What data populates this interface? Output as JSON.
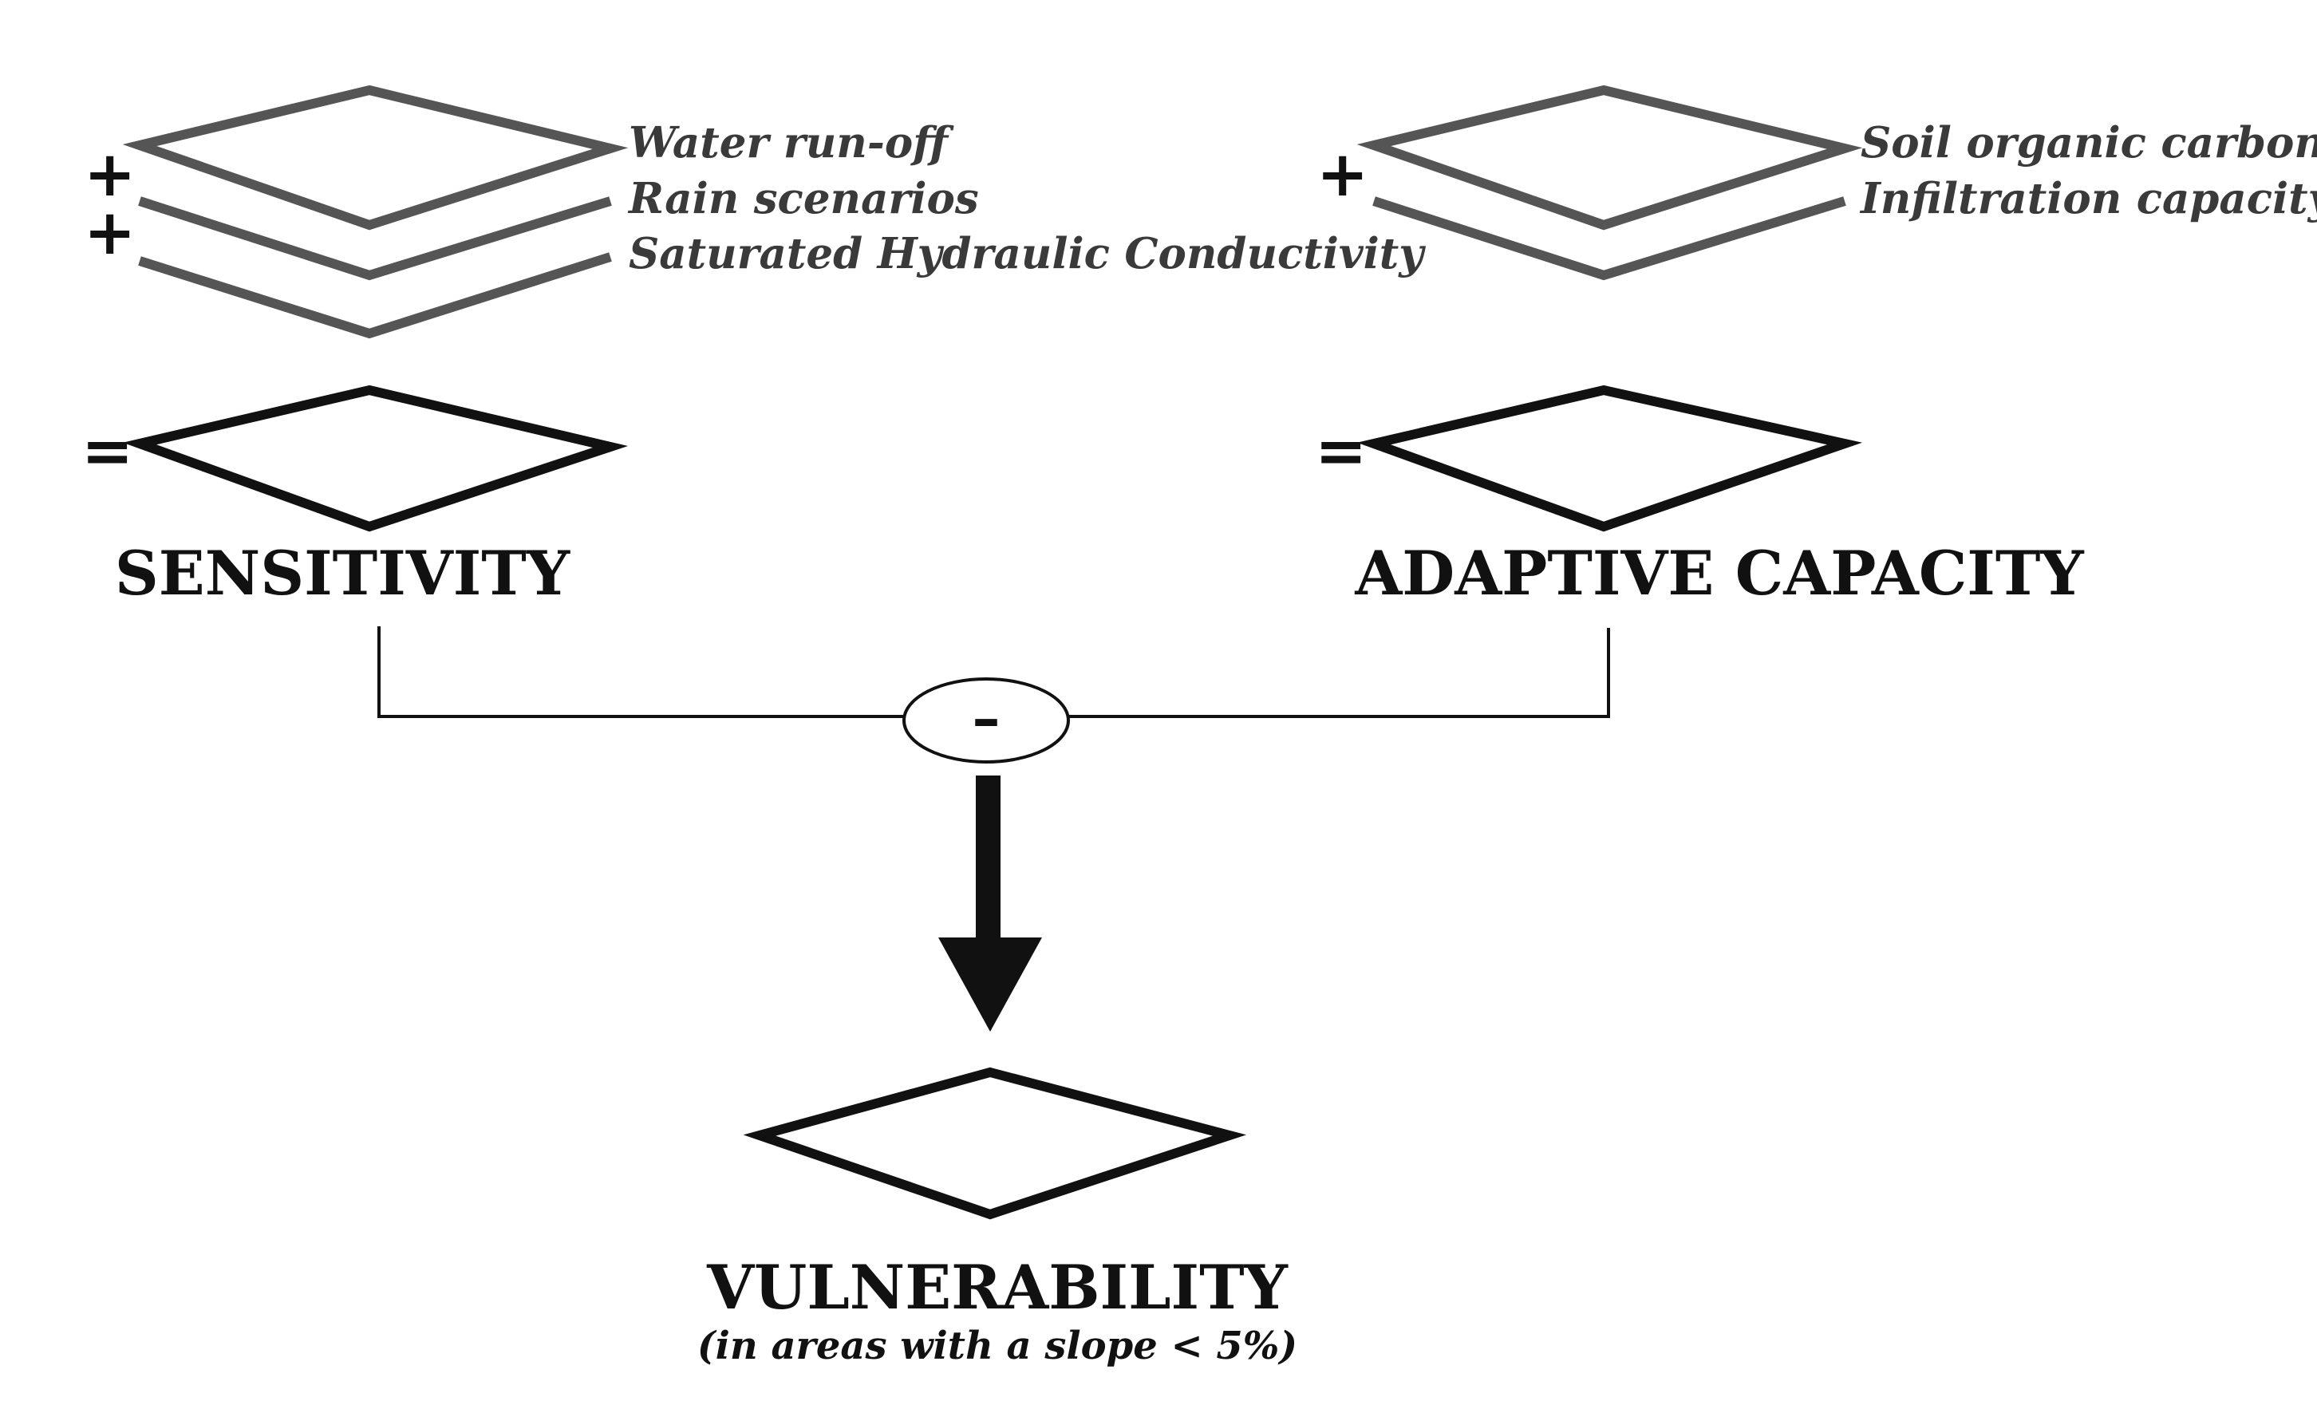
{
  "sensitivity": {
    "layers": [
      "Water run-off",
      "Rain scenarios",
      "Saturated Hydraulic Conductivity"
    ],
    "plus_signs": [
      "+",
      "+"
    ],
    "equals_sign": "=",
    "label": "SENSITIVITY"
  },
  "adaptive_capacity": {
    "layers": [
      "Soil organic carbon",
      "Infiltration capacity"
    ],
    "plus_signs": [
      "+"
    ],
    "equals_sign": "=",
    "label": "ADAPTIVE CAPACITY"
  },
  "operator": {
    "symbol": "–"
  },
  "vulnerability": {
    "label": "VULNERABILITY",
    "note": "(in areas with a slope < 5%)"
  },
  "colors": {
    "layer_stroke": "#555555",
    "result_stroke": "#111111",
    "background": "#ffffff"
  }
}
